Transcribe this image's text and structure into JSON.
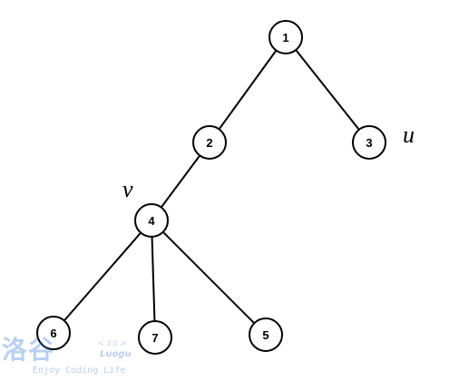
{
  "tree": {
    "nodes": [
      {
        "id": "1",
        "label": "1"
      },
      {
        "id": "2",
        "label": "2"
      },
      {
        "id": "3",
        "label": "3"
      },
      {
        "id": "4",
        "label": "4"
      },
      {
        "id": "5",
        "label": "5"
      },
      {
        "id": "6",
        "label": "6"
      },
      {
        "id": "7",
        "label": "7"
      }
    ],
    "edges": [
      [
        "1",
        "2"
      ],
      [
        "1",
        "3"
      ],
      [
        "2",
        "4"
      ],
      [
        "4",
        "6"
      ],
      [
        "4",
        "7"
      ],
      [
        "4",
        "5"
      ]
    ]
  },
  "annotations": {
    "u": "u",
    "v": "v"
  },
  "watermark": {
    "mark": "洛谷",
    "version": "< 3.0 >",
    "brand": "Luogu",
    "tagline": "Enjoy Coding Life",
    "color": "#3b7bd6"
  }
}
